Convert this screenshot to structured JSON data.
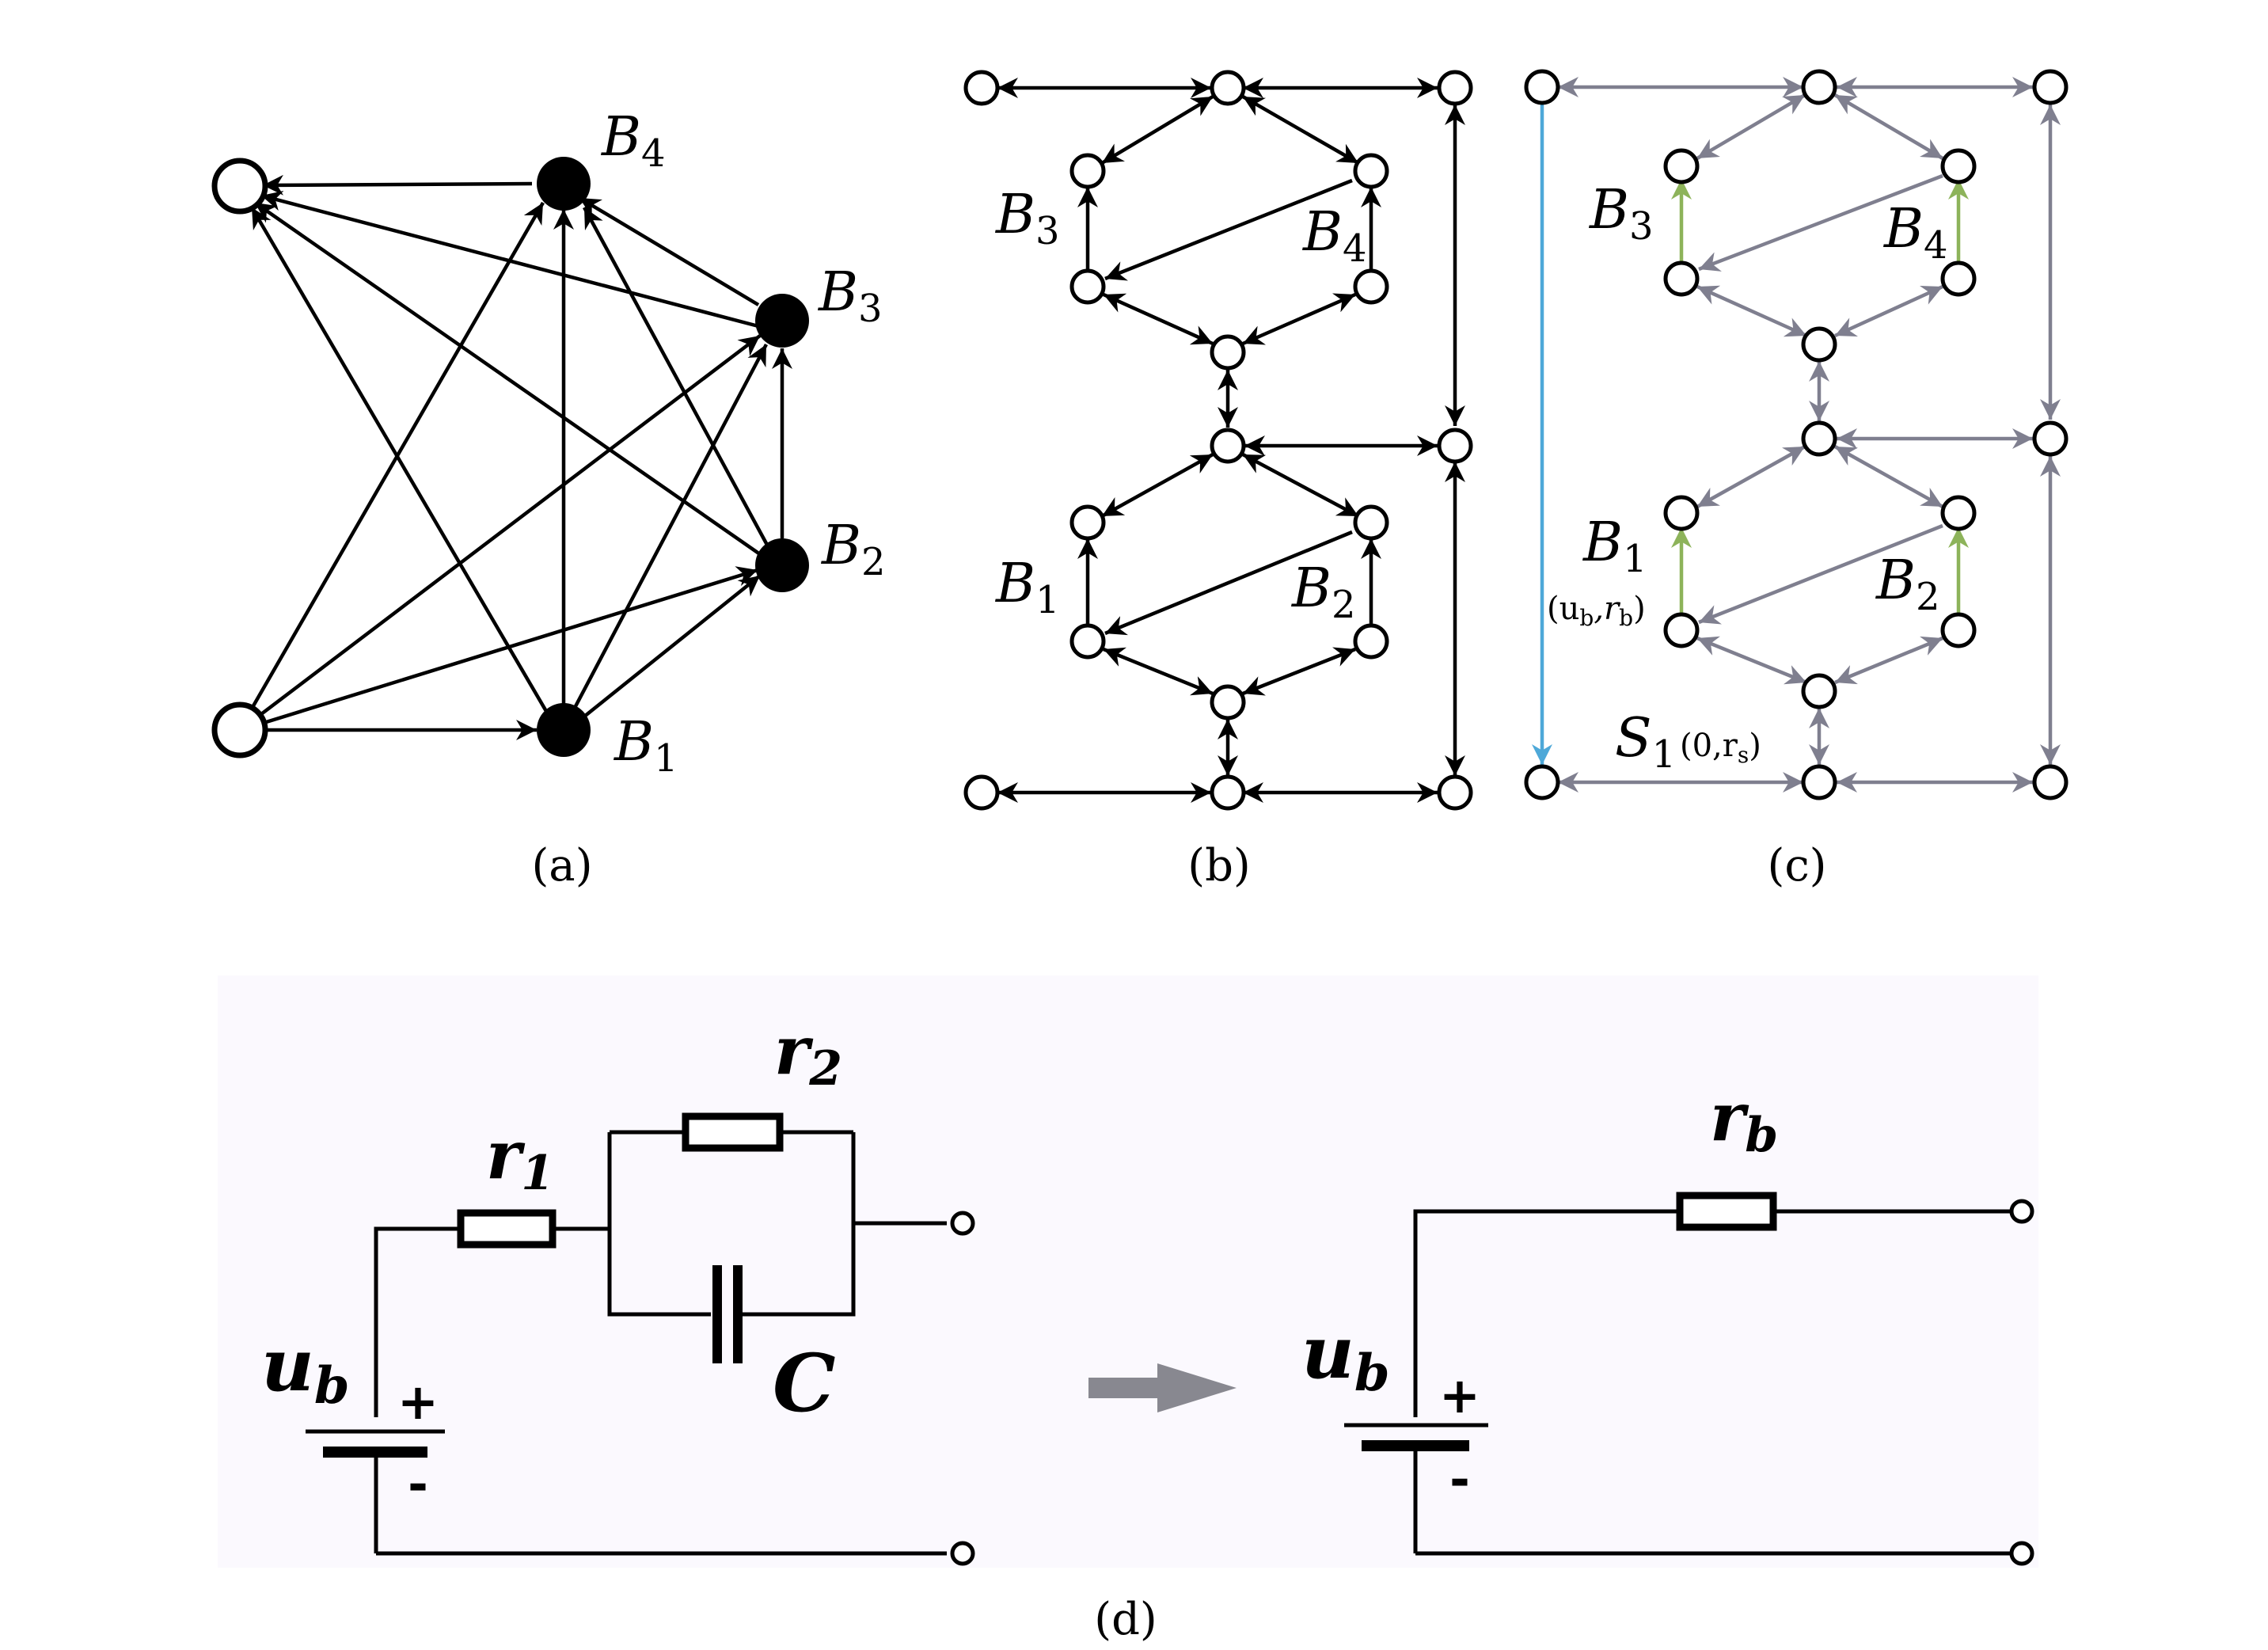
{
  "captions": {
    "a": "(a)",
    "b": "(b)",
    "c": "(c)",
    "d": "(d)"
  },
  "panel_a": {
    "labels": {
      "b1": "B",
      "b1_sub": "1",
      "b2": "B",
      "b2_sub": "2",
      "b3": "B",
      "b3_sub": "3",
      "b4": "B",
      "b4_sub": "4"
    }
  },
  "panel_b": {
    "labels": {
      "b1": "B",
      "b1_sub": "1",
      "b2": "B",
      "b2_sub": "2",
      "b3": "B",
      "b3_sub": "3",
      "b4": "B",
      "b4_sub": "4"
    }
  },
  "panel_c": {
    "labels": {
      "b1": "B",
      "b1_sub": "1",
      "b2": "B",
      "b2_sub": "2",
      "b3": "B",
      "b3_sub": "3",
      "b4": "B",
      "b4_sub": "4",
      "b1_params": "(u",
      "b1_params_sub": "b",
      "b1_params_mid": ",r",
      "b1_params_sub2": "b",
      "b1_params_end": ")",
      "s1": "S",
      "s1_sub": "1",
      "s1_params": "(0,r",
      "s1_params_sub": "s",
      "s1_params_end": ")"
    },
    "colors": {
      "edge": "#7f7f8f",
      "battery_edge": "#8db35a",
      "source_edge": "#4ea8d8"
    }
  },
  "panel_d": {
    "background": "#fbf9fe",
    "left_circuit": {
      "r1": "r",
      "r1_sub": "1",
      "r2": "r",
      "r2_sub": "2",
      "cap": "C",
      "source": "u",
      "source_sub": "b",
      "plus": "+",
      "minus": "-"
    },
    "right_circuit": {
      "rb": "r",
      "rb_sub": "b",
      "source": "u",
      "source_sub": "b",
      "plus": "+",
      "minus": "-"
    },
    "arrow_color": "#888890"
  }
}
